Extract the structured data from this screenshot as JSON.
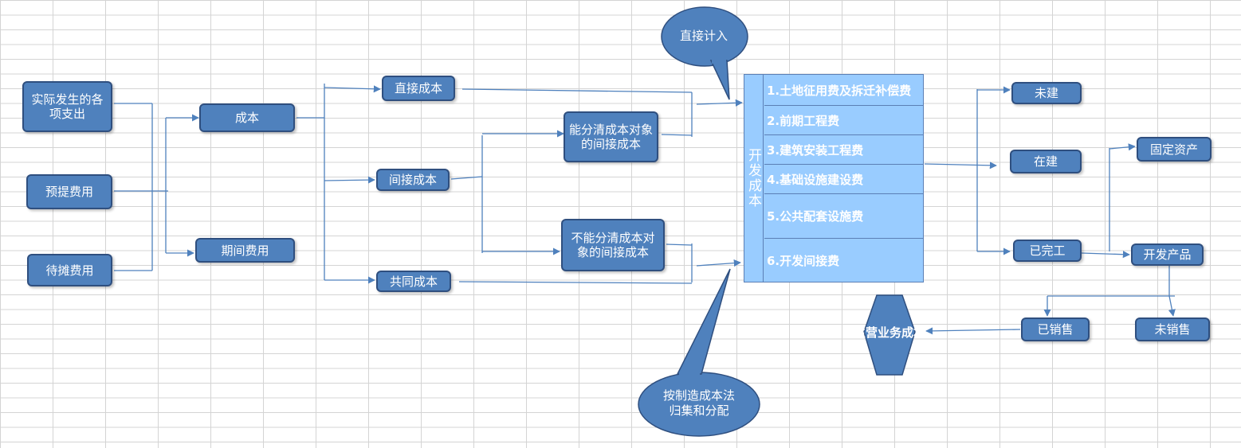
{
  "sources": [
    "实际发生的各项支出",
    "预提费用",
    "待摊费用"
  ],
  "cost": "成本",
  "period_expense": "期间费用",
  "cost_types": {
    "direct": "直接成本",
    "indirect": "间接成本",
    "common": "共同成本"
  },
  "indirect_split": {
    "assignable": "能分清成本对象的间接成本",
    "unassignable": "不能分清成本对象的间接成本"
  },
  "callouts": {
    "direct_in": "直接计入",
    "manufacturing": "按制造成本法归集和分配"
  },
  "dev_cost": {
    "title": "开发成本",
    "items": [
      "1.土地征用费及拆迁补偿费",
      "2.前期工程费",
      "3.建筑安装工程费",
      "4.基础设施建设费",
      "5.公共配套设施费",
      "6.开发间接费"
    ]
  },
  "states": {
    "not_built": "未建",
    "in_progress": "在建",
    "completed": "已完工"
  },
  "fixed_assets": "固定资产",
  "dev_products": "开发产品",
  "sold": "已销售",
  "unsold": "未销售",
  "main_cost": "主营业务成本",
  "colors": {
    "box_fill": "#4f81bd",
    "box_border": "#2f4f7f",
    "connector": "#4f81bd",
    "table_fill": "#99ccff"
  }
}
